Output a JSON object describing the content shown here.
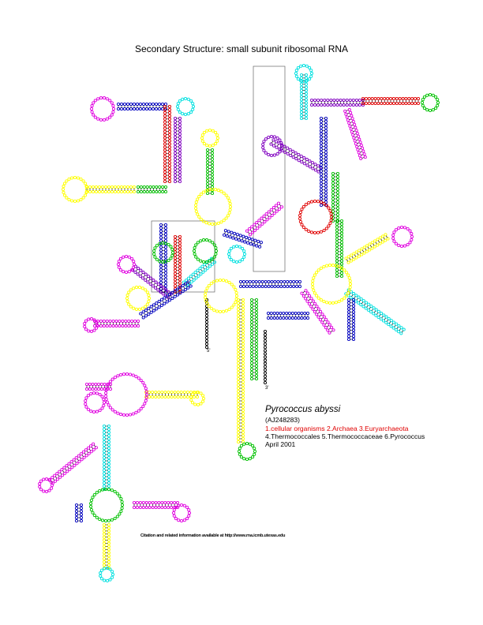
{
  "title": "Secondary Structure: small subunit ribosomal RNA",
  "organism": "Pyrococcus abyssi",
  "accession": "(AJ248283)",
  "taxonomy_line1": "1.cellular organisms 2.Archaea 3.Euryarchaeota",
  "taxonomy_line2": "4.Thermococcales 5.Thermococcaceae 6.Pyrococcus",
  "date": "April 2001",
  "citation": "Citation and related information available at http://www.rna.icmb.utexas.edu",
  "end_labels": {
    "five_prime": "5'",
    "three_prime": "3'"
  },
  "colors": {
    "red": "#e00000",
    "green": "#00c000",
    "blue": "#0000c0",
    "magenta": "#e000e0",
    "yellow": "#ffff00",
    "cyan": "#00e0e0",
    "purple": "#8000c0",
    "black": "#000000"
  }
}
